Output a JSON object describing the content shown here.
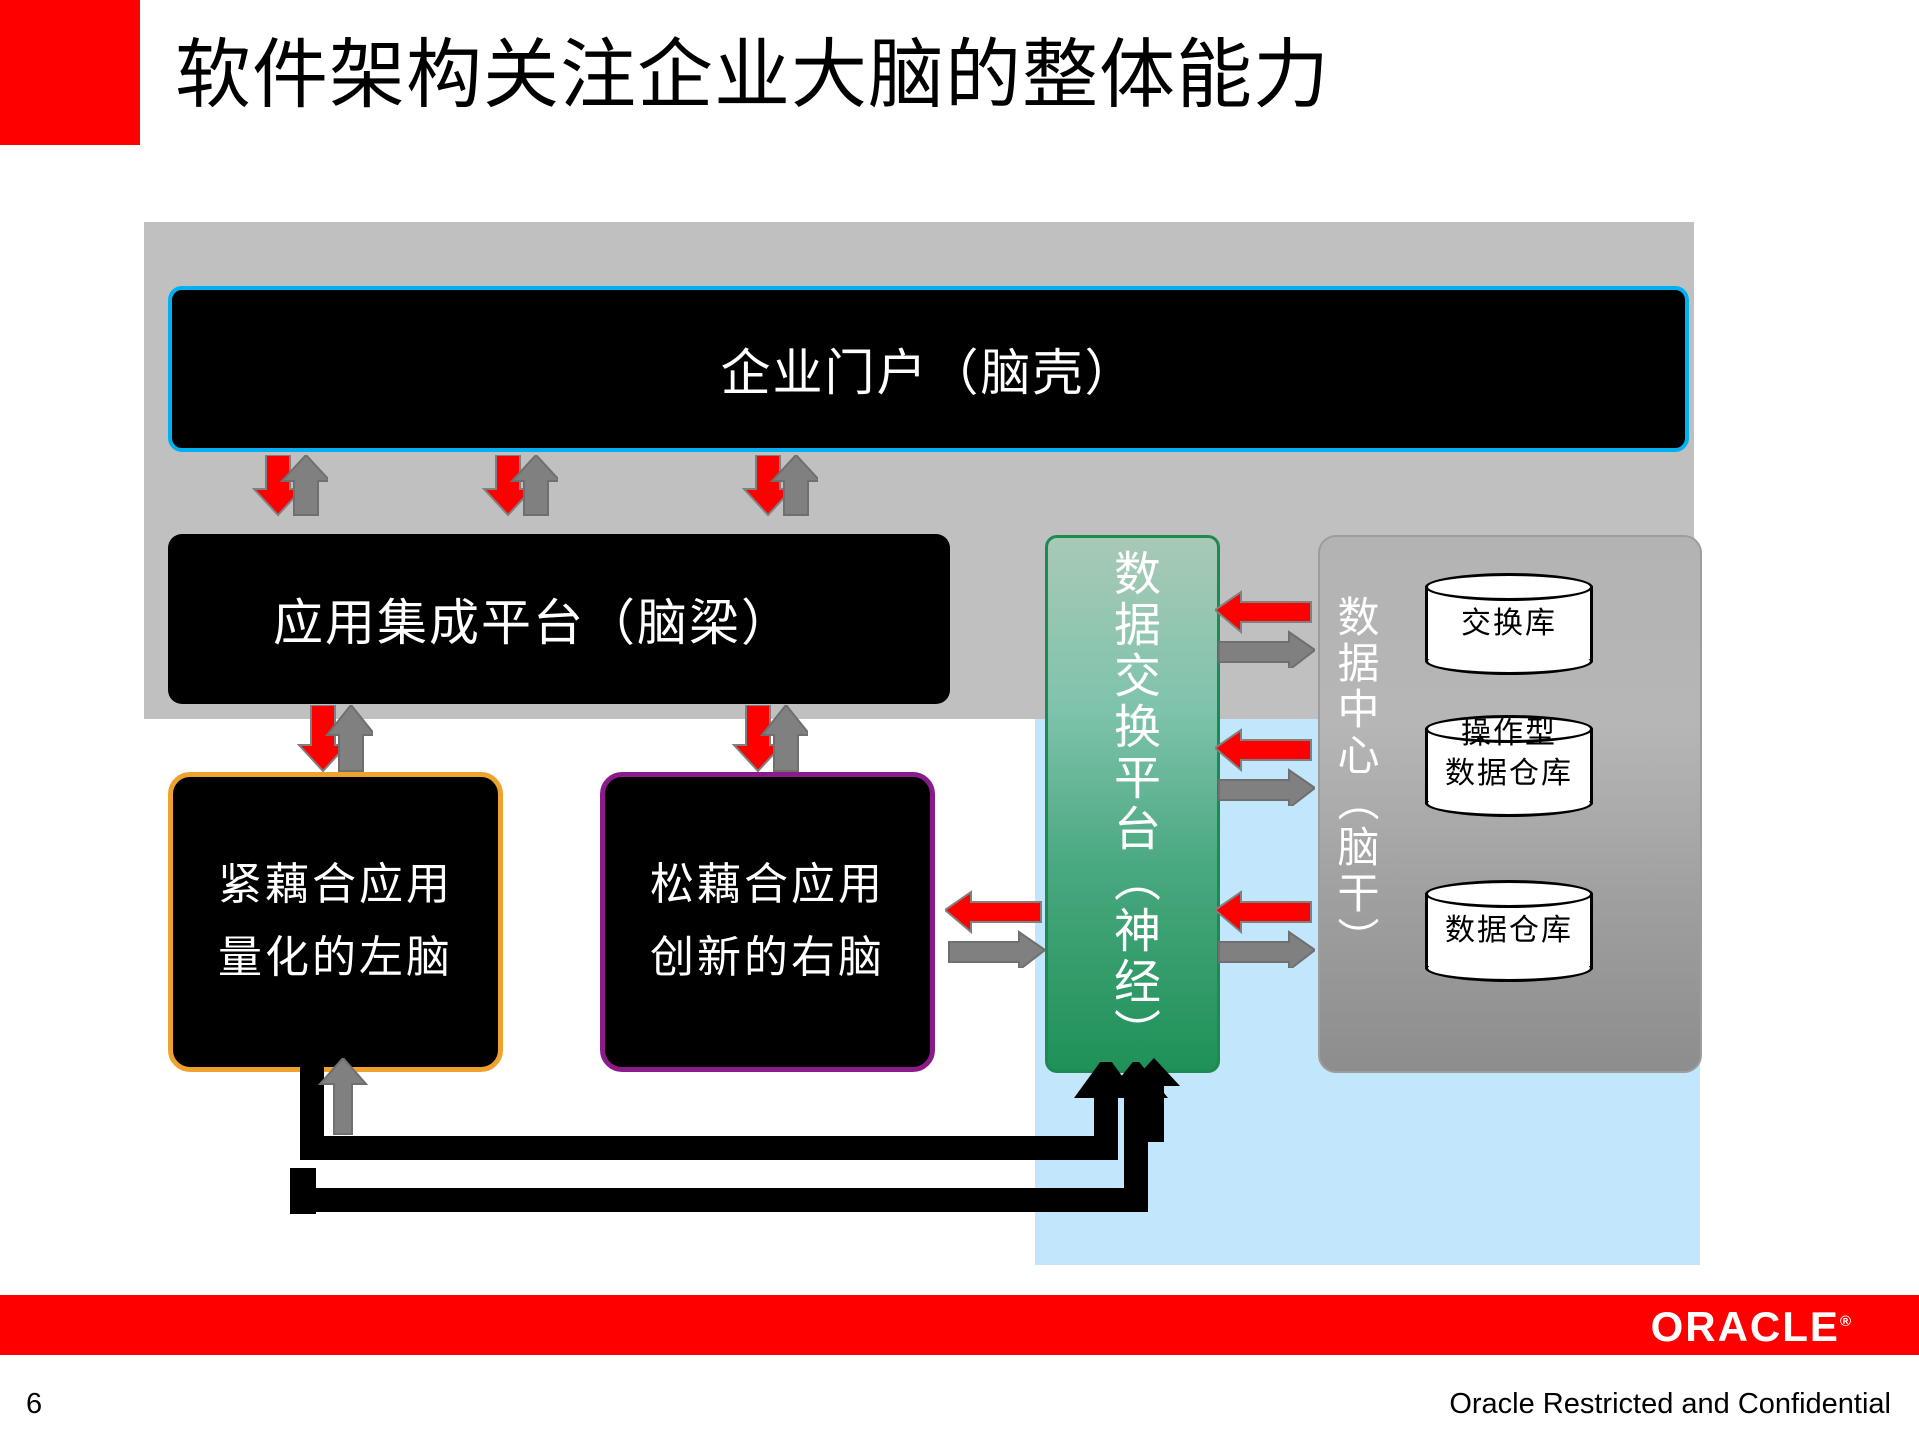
{
  "slide": {
    "title": "软件架构关注企业大脑的整体能力",
    "accent_red": "#ff0000",
    "zone_grey": "#c0c0c0",
    "zone_blue": "#c2e6fb"
  },
  "diagram": {
    "portal": {
      "label": "企业门户（脑壳）",
      "border_color": "#00b0f0",
      "fill": "#000000"
    },
    "integration": {
      "label": "应用集成平台（脑梁）",
      "fill": "#000000"
    },
    "left_brain": {
      "line1": "紧藕合应用",
      "line2": "量化的左脑",
      "border_color": "#f0a22e",
      "fill": "#000000"
    },
    "right_brain": {
      "line1": "松藕合应用",
      "line2": "创新的右脑",
      "border_color": "#8b1a8b",
      "fill": "#000000"
    },
    "exchange_platform": {
      "label": "数据交换平台（神经）",
      "border_color": "#1e8a52",
      "fill_top": "#a8c9b6",
      "fill_bottom": "#1f9158"
    },
    "data_center": {
      "label": "数据中心（脑干）",
      "border_color": "#9d9d9d",
      "databases": [
        {
          "name": "交换库",
          "line1": "交换库",
          "line2": ""
        },
        {
          "name": "操作型数据仓库",
          "line1": "操作型",
          "line2": "数据仓库"
        },
        {
          "name": "数据仓库",
          "line1": "数据仓库",
          "line2": ""
        }
      ]
    },
    "arrows": {
      "down_color": "#ff0000",
      "up_color": "#808080",
      "left_color": "#ff0000",
      "right_color": "#808080",
      "elbow_color": "#000000"
    }
  },
  "footer": {
    "brand": "ORACLE",
    "brand_mark": "®",
    "page_number": "6",
    "confidential": "Oracle Restricted and Confidential",
    "bar_color": "#ff0000"
  }
}
